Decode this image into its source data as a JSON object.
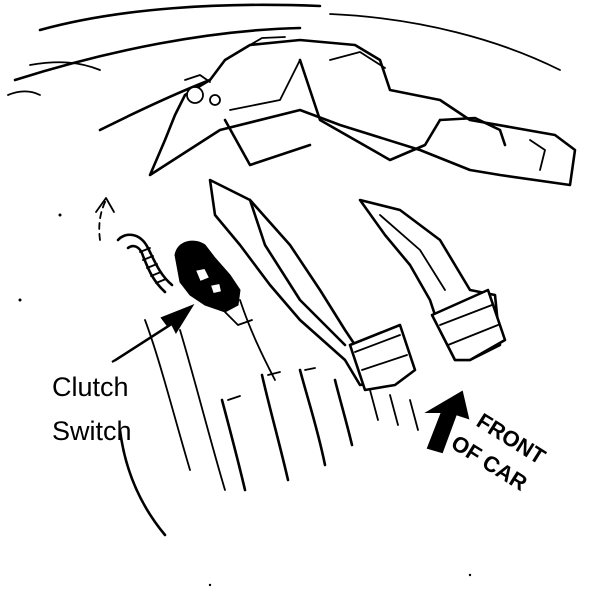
{
  "callouts": {
    "clutch_switch_line1": "Clutch",
    "clutch_switch_line2": "Switch"
  },
  "direction": {
    "line1": "FRONT",
    "line2": "OF CAR"
  }
}
